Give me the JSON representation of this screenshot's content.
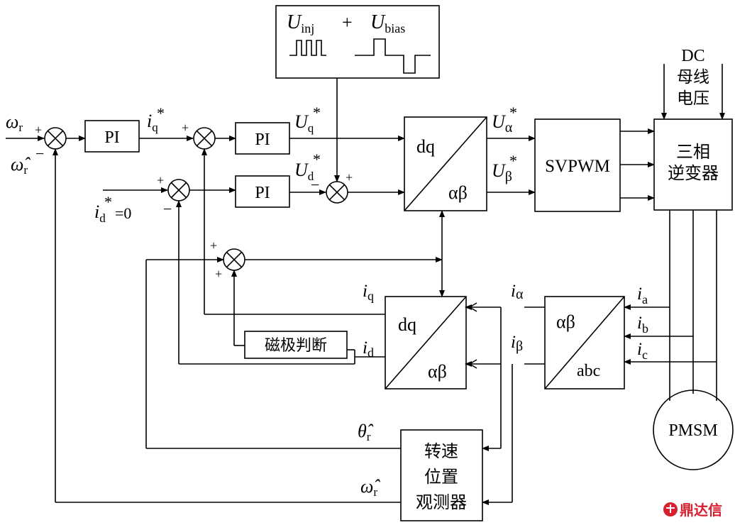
{
  "injection": {
    "u_inj_label": "U",
    "u_inj_sub": "inj",
    "plus": "+",
    "u_bias_label": "U",
    "u_bias_sub": "bias"
  },
  "speed_loop": {
    "omega_ref": "ω",
    "omega_ref_sub": "r",
    "omega_fb": "ω̂",
    "omega_fb_sub": "r",
    "sign_plus": "+",
    "sign_minus": "−"
  },
  "pi_blocks": {
    "pi_speed": "PI",
    "pi_q": "PI",
    "pi_d": "PI"
  },
  "q_path": {
    "iq_ref": "i",
    "iq_ref_sub": "q",
    "star": "*",
    "uq_ref": "U",
    "uq_ref_sub": "q"
  },
  "d_path": {
    "id_ref": "i",
    "id_ref_sub": "d",
    "id_ref_val": "=0",
    "ud_ref": "U",
    "ud_ref_sub": "d"
  },
  "transform_top": {
    "top": "dq",
    "bottom": "αβ"
  },
  "alpha_beta_refs": {
    "ua": "U",
    "ua_sub": "α",
    "ub": "U",
    "ub_sub": "β"
  },
  "svpwm": {
    "label": "SVPWM"
  },
  "inverter": {
    "line1": "三相",
    "line2": "逆变器"
  },
  "dc_bus": {
    "line1": "DC",
    "line2": "母线",
    "line3": "电压"
  },
  "transform_bottom": {
    "top": "dq",
    "bottom": "αβ"
  },
  "clarke": {
    "top": "αβ",
    "bottom": "abc"
  },
  "currents": {
    "iq": "i",
    "iq_sub": "q",
    "id": "i",
    "id_sub": "d",
    "ialpha": "i",
    "ialpha_sub": "α",
    "ibeta": "i",
    "ibeta_sub": "β",
    "ia": "i",
    "ia_sub": "a",
    "ib": "i",
    "ib_sub": "b",
    "ic": "i",
    "ic_sub": "c"
  },
  "magnetic_polarity": {
    "label": "磁极判断"
  },
  "observer": {
    "line1": "转速",
    "line2": "位置",
    "line3": "观测器"
  },
  "observer_outputs": {
    "theta": "θ̂",
    "theta_sub": "r",
    "omega": "ω̂",
    "omega_sub": "r"
  },
  "motor": {
    "label": "PMSM"
  },
  "watermark": {
    "text": "鼎达信"
  }
}
